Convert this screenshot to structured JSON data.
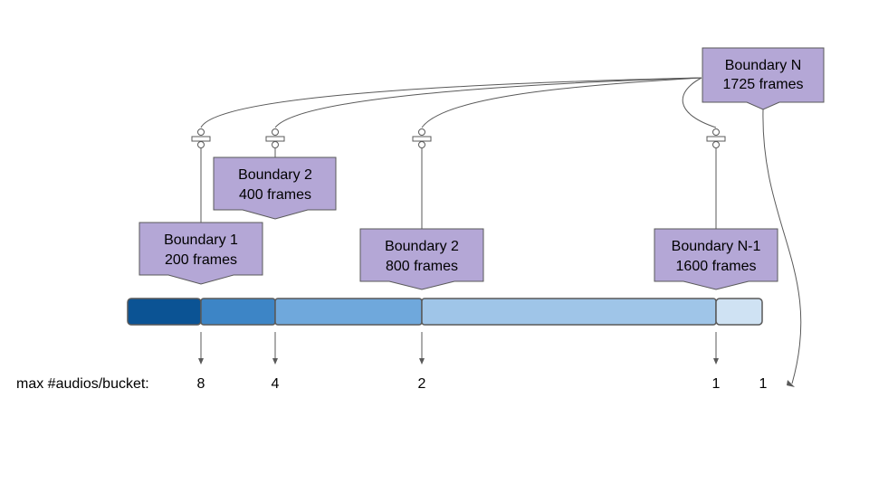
{
  "boundaries": [
    {
      "label": "Boundary 1",
      "frames": "200 frames"
    },
    {
      "label": "Boundary 2",
      "frames": "400 frames"
    },
    {
      "label": "Boundary 2",
      "frames": "800 frames"
    },
    {
      "label": "Boundary N-1",
      "frames": "1600 frames"
    },
    {
      "label": "Boundary N",
      "frames": "1725 frames"
    }
  ],
  "bucket_axis_label": "max #audios/bucket:",
  "bucket_counts": [
    "8",
    "4",
    "2",
    "1",
    "1"
  ],
  "colors": {
    "callout_fill": "#b4a7d6",
    "callout_stroke": "#595959",
    "bar_segments": [
      "#0b5394",
      "#3d85c6",
      "#6fa8dc",
      "#9fc5e8",
      "#cfe2f3"
    ],
    "bar_stroke": "#595959",
    "connector": "#595959"
  }
}
